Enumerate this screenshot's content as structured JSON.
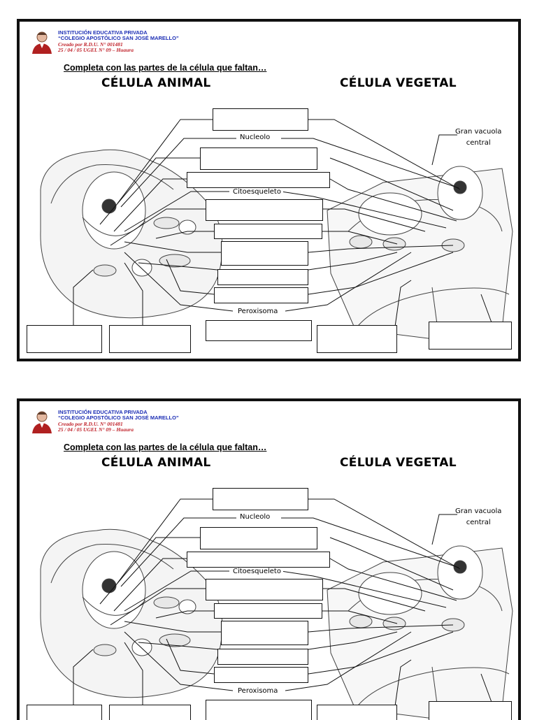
{
  "header": {
    "line1": "INSTITUCIÓN EDUCATIVA PRIVADA",
    "line2": "“COLEGIO APOSTÓLICO SAN JOSÉ MARELLO”",
    "line3": "Creado por R.D.U. N° 001481",
    "line4": "25 / 04 / 05 UGEL N° 09 – Huaura"
  },
  "instruction": "Completa con las partes de la célula que faltan…",
  "titles": {
    "animal": "CÉLULA ANIMAL",
    "vegetal": "CÉLULA VEGETAL"
  },
  "labels": {
    "nucleolo": "Nucleolo",
    "citoesqueleto": "Citoesqueleto",
    "peroxisoma": "Peroxisoma",
    "gran_vacuola_1": "Gran vacuola",
    "gran_vacuola_2": "central"
  },
  "colors": {
    "header_blue": "#1d2fb5",
    "header_red": "#c0222a",
    "border": "#111111"
  }
}
